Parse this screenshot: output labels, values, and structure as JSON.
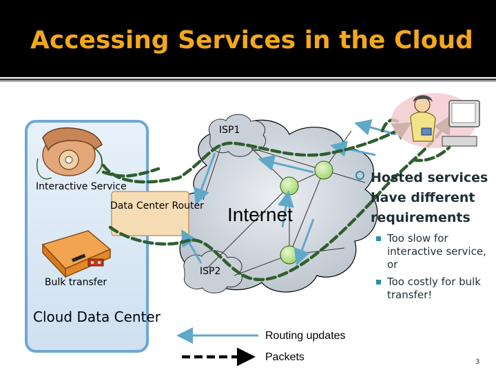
{
  "slide": {
    "title": "Accessing Services in the Cloud",
    "page_number": "3"
  },
  "diagram": {
    "data_center_label": "Cloud Data Center",
    "interactive_service_label": "Interactive Service",
    "bulk_transfer_label": "Bulk transfer",
    "router_label": "Data Center Router",
    "isp1_label": "ISP1",
    "isp2_label": "ISP2",
    "internet_label": "Internet",
    "legend": {
      "routing_updates_label": "Routing updates",
      "packets_label": "Packets"
    },
    "icons": [
      "telephone-icon",
      "modem-icon",
      "user-at-computer-icon"
    ],
    "colors": {
      "title": "#f3a81b",
      "data_center_box": "#dce9f5",
      "data_center_border": "#6ea7d8",
      "cloud_fill": "#cfd6df",
      "node_fill": "#b8e08a",
      "routing_arrow": "#5fa8c8",
      "packet_path": "#2e5e2e",
      "bullet_accent": "#2b8ca8"
    }
  },
  "bullets": {
    "main": "Hosted services have different requirements",
    "sub": [
      "Too slow for interactive service, or",
      "Too costly for bulk transfer!"
    ]
  }
}
